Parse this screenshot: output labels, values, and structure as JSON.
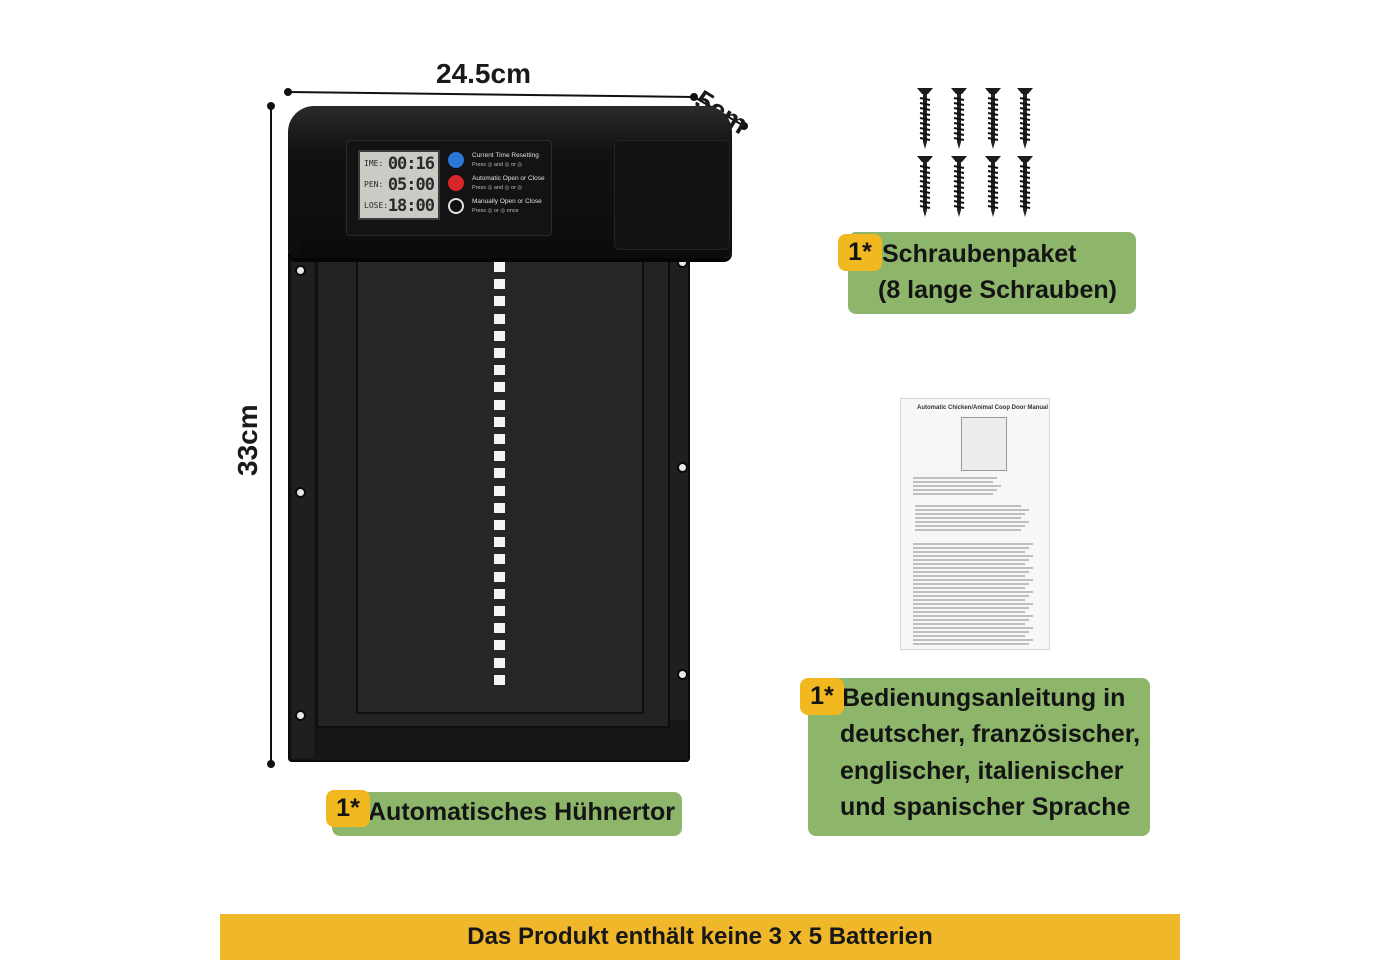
{
  "dimensions": {
    "width_label": "24.5cm",
    "depth_label": "5cm",
    "height_label": "33cm"
  },
  "door_display": {
    "rows": [
      {
        "label": "IME:",
        "value": "00:16"
      },
      {
        "label": "PEN:",
        "value": "05:00"
      },
      {
        "label": "LOSE:",
        "value": "18:00"
      }
    ],
    "controls": [
      {
        "title": "Current Time Resetting",
        "sub": "Press ◎ and ◎ or ◎",
        "color": "#2a78d6"
      },
      {
        "title": "Automatic Open or Close",
        "sub": "Press ◎ and ◎ or ◎",
        "color": "#d8262b"
      },
      {
        "title": "Manually Open or Close",
        "sub": "Press ◎ or ◎ once",
        "color": "#e0e0e0"
      }
    ]
  },
  "screws": {
    "icon": "screw-icon",
    "count": 8
  },
  "manual_preview": {
    "title": "Automatic Chicken/Animal Coop Door Manual"
  },
  "labels": {
    "screws": {
      "badge": "1*",
      "line1": "Schraubenpaket",
      "line2": "(8 lange Schrauben)"
    },
    "manual": {
      "badge": "1*",
      "line1": "Bedienungsanleitung in",
      "line2": "deutscher, französischer,",
      "line3": "englischer, italienischer",
      "line4": "und spanischer Sprache"
    },
    "door": {
      "badge": "1*",
      "line1": "Automatisches Hühnertor"
    }
  },
  "footer": {
    "text": "Das Produkt enthält keine 3 x 5 Batterien"
  },
  "colors": {
    "label_green": "#8db66a",
    "badge_yellow": "#f2b81f",
    "footer_yellow": "#f0b72a",
    "door_black": "#161616"
  }
}
